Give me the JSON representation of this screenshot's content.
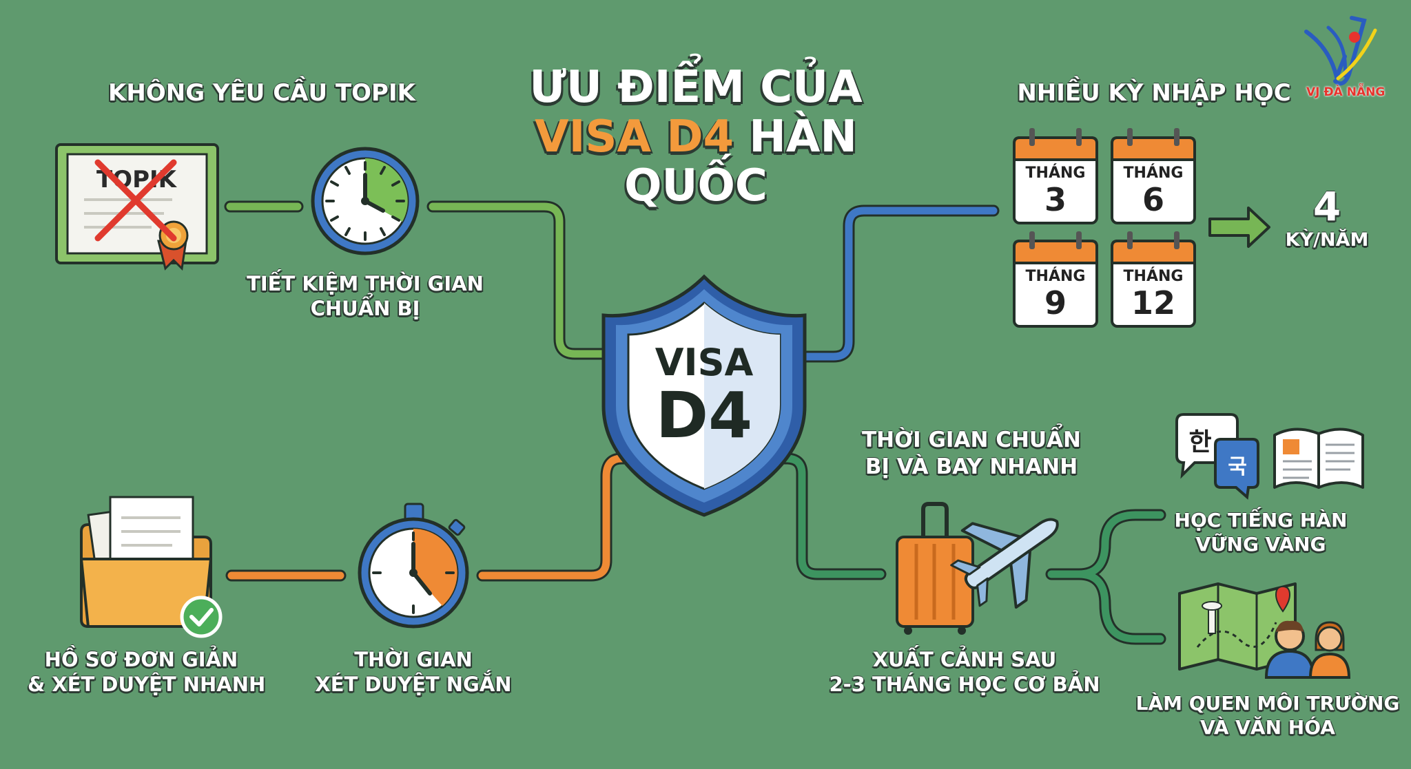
{
  "title": {
    "line1": "ƯU ĐIỂM CỦA",
    "line2_accent": "VISA D4",
    "line2_rest": "HÀN QUỐC"
  },
  "center": {
    "line1": "VISA",
    "line2": "D4"
  },
  "logo": {
    "text": "VJ ĐÀ NẴNG",
    "colors": {
      "blue": "#2a5cc0",
      "red": "#e8332d",
      "yellow": "#f2d21a"
    }
  },
  "colors": {
    "background": "#5f9a6e",
    "green_line": "#77b655",
    "blue_line": "#3f78c5",
    "orange_line": "#ef8a35",
    "teal_line": "#3d9460",
    "accent": "#f39a3c",
    "outline": "#233029"
  },
  "top_left": {
    "heading": "KHÔNG YÊU CẦU TOPIK",
    "certificate_text": "TOPIK",
    "clock_label_1": "TIẾT KIỆM THỜI GIAN",
    "clock_label_2": "CHUẨN BỊ"
  },
  "top_right": {
    "heading": "NHIỀU KỲ NHẬP HỌC",
    "months": [
      {
        "label": "THÁNG",
        "number": "3"
      },
      {
        "label": "THÁNG",
        "number": "6"
      },
      {
        "label": "THÁNG",
        "number": "9"
      },
      {
        "label": "THÁNG",
        "number": "12"
      }
    ],
    "result_number": "4",
    "result_unit": "KỲ/NĂM"
  },
  "bottom_left": {
    "folder_label_1": "HỒ SƠ ĐƠN GIẢN",
    "folder_label_2": "& XÉT DUYỆT NHANH",
    "timer_label_1": "THỜI GIAN",
    "timer_label_2": "XÉT DUYỆT NGẮN"
  },
  "bottom_right": {
    "heading_1": "THỜI GIAN CHUẨN",
    "heading_2": "BỊ VÀ BAY NHANH",
    "travel_label_1": "XUẤT CẢNH SAU",
    "travel_label_2": "2-3 THÁNG HỌC CƠ BẢN",
    "bubble_1": "한",
    "bubble_2": "국",
    "language_label_1": "HỌC TIẾNG HÀN",
    "language_label_2": "VỮNG VÀNG",
    "culture_label_1": "LÀM QUEN MÔI TRƯỜNG",
    "culture_label_2": "VÀ VĂN HÓA"
  }
}
